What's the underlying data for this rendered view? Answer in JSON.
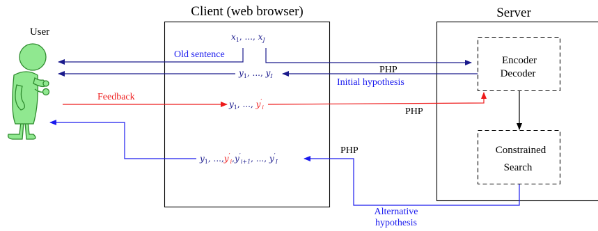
{
  "labels": {
    "client_title": "Client (web browser)",
    "server_title": "Server",
    "user": "User",
    "old_sentence": "Old sentence",
    "feedback": "Feedback",
    "initial_hypothesis": "Initial hypothesis",
    "alternative_hypothesis_line1": "Alternative",
    "alternative_hypothesis_line2": "hypothesis",
    "php_top": "PHP",
    "php_middle": "PHP",
    "php_bottom": "PHP",
    "encoder": "Encoder",
    "decoder": "Decoder",
    "constrained": "Constrained",
    "search": "Search"
  },
  "math": {
    "source": {
      "base": "x",
      "s1": "1",
      "mid": ", ..., ",
      "s2": "J"
    },
    "initial": {
      "base": "y",
      "s1": "1",
      "mid": ", ..., ",
      "s2": "I"
    },
    "feedback": {
      "prefix": "y",
      "s1": "1",
      "mid": ", ..., ",
      "base2": "y",
      "prime": "′",
      "s2": "i"
    },
    "alternative": {
      "prefix": "y",
      "s1": "1",
      "mid": ", ...,",
      "base2": "y",
      "prime2": "′",
      "s2": "i",
      "comma": ",",
      "base3": "y",
      "prime3": "′",
      "s3": "i+1",
      "mid2": ", ..., ",
      "base4": "y",
      "prime4": "′",
      "s4": "I"
    }
  },
  "colors": {
    "navy": "#1a1a8c",
    "blue": "#1a1aee",
    "red": "#ee1a1a",
    "user_green": "#90e890",
    "user_outline": "#2e8b2e"
  }
}
